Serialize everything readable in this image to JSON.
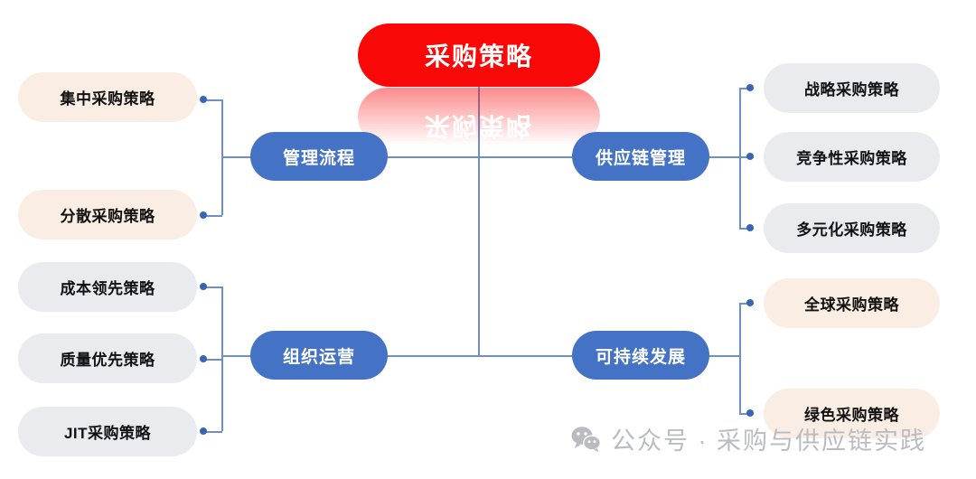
{
  "diagram": {
    "type": "mind-map",
    "root": {
      "label": "采购策略",
      "color": "#f90808"
    },
    "branch_color": "#4472c4",
    "connector_color": "#6f8fc9",
    "branches": [
      {
        "id": "management-process",
        "label": "管理流程",
        "side": "left",
        "pill_color": "#faeee4",
        "leaves": [
          {
            "label": "集中采购策略"
          },
          {
            "label": "分散采购策略"
          }
        ]
      },
      {
        "id": "organizational-operations",
        "label": "组织运营",
        "side": "left",
        "pill_color": "#e9ebef",
        "leaves": [
          {
            "label": "成本领先策略"
          },
          {
            "label": "质量优先策略"
          },
          {
            "label": "JIT采购策略"
          }
        ]
      },
      {
        "id": "supply-chain-management",
        "label": "供应链管理",
        "side": "right",
        "pill_color": "#e9ebef",
        "leaves": [
          {
            "label": "战略采购策略"
          },
          {
            "label": "竞争性采购策略"
          },
          {
            "label": "多元化采购策略"
          }
        ]
      },
      {
        "id": "sustainable-development",
        "label": "可持续发展",
        "side": "right",
        "pill_color": "#faeee4",
        "leaves": [
          {
            "label": "全球采购策略"
          },
          {
            "label": "绿色采购策略"
          }
        ]
      }
    ]
  },
  "watermark": {
    "icon": "wechat-icon",
    "text": "公众号 · 采购与供应链实践"
  }
}
